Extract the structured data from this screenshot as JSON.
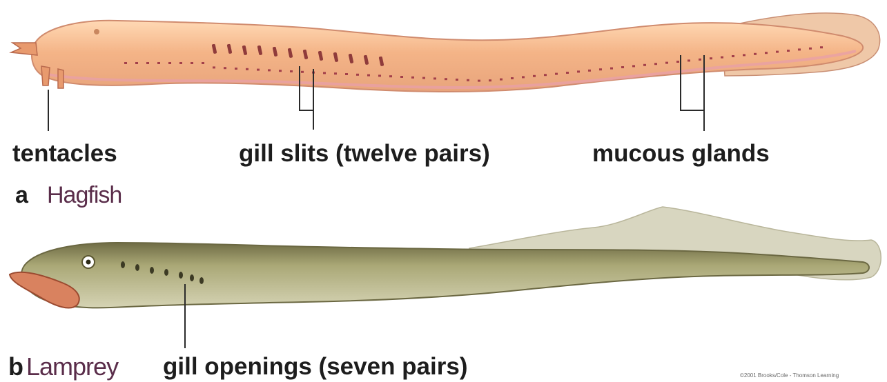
{
  "hagfish": {
    "letter": "a",
    "name": "Hagfish",
    "labels": {
      "tentacles": "tentacles",
      "gill_slits": "gill slits (twelve pairs)",
      "mucous_glands": "mucous glands"
    }
  },
  "lamprey": {
    "letter": "b",
    "name": "Lamprey",
    "labels": {
      "gill_openings": "gill openings (seven pairs)"
    }
  },
  "credit": "©2001 Brooks/Cole - Thomson Learning",
  "colors": {
    "hagfish_body": "#f2b88e",
    "hagfish_dots": "#a3404a",
    "lamprey_body": "#b7b789",
    "lamprey_fin": "#d6d4be",
    "label_text": "#1d1d1d",
    "name_text": "#5a2d4a"
  }
}
